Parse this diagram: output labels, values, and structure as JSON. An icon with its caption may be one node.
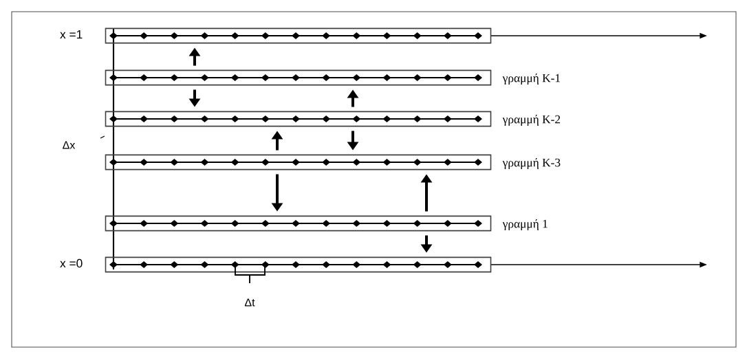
{
  "diagram": {
    "nodes": [
      {
        "text": [],
        "shape": "box",
        "beside": [
          "x =1"
        ]
      },
      {
        "text": [],
        "shape": "box",
        "beside": [
          "γραμμή K-1"
        ]
      },
      {
        "text": [],
        "shape": "box",
        "beside": [
          "γραμμή K-2"
        ]
      },
      {
        "text": [],
        "shape": "box",
        "beside": [
          "γραμμή K-3"
        ]
      },
      {
        "text": [],
        "shape": "box",
        "beside": [
          "γραμμή 1"
        ]
      },
      {
        "text": [],
        "shape": "box",
        "beside": [
          "x =0"
        ]
      }
    ],
    "edges": [
      {
        "from": 1,
        "to": 0,
        "arrow": "to"
      },
      {
        "from": 1,
        "to": 2,
        "arrow": "to"
      },
      {
        "from": 2,
        "to": 1,
        "arrow": "to"
      },
      {
        "from": 3,
        "to": 2,
        "arrow": "to"
      },
      {
        "from": 2,
        "to": 3,
        "arrow": "to"
      },
      {
        "from": 3,
        "to": 4,
        "arrow": "to"
      },
      {
        "from": 4,
        "to": 3,
        "arrow": "to"
      },
      {
        "from": 4,
        "to": 5,
        "arrow": "to"
      }
    ],
    "labels": [
      "Δx",
      "Δt"
    ]
  }
}
